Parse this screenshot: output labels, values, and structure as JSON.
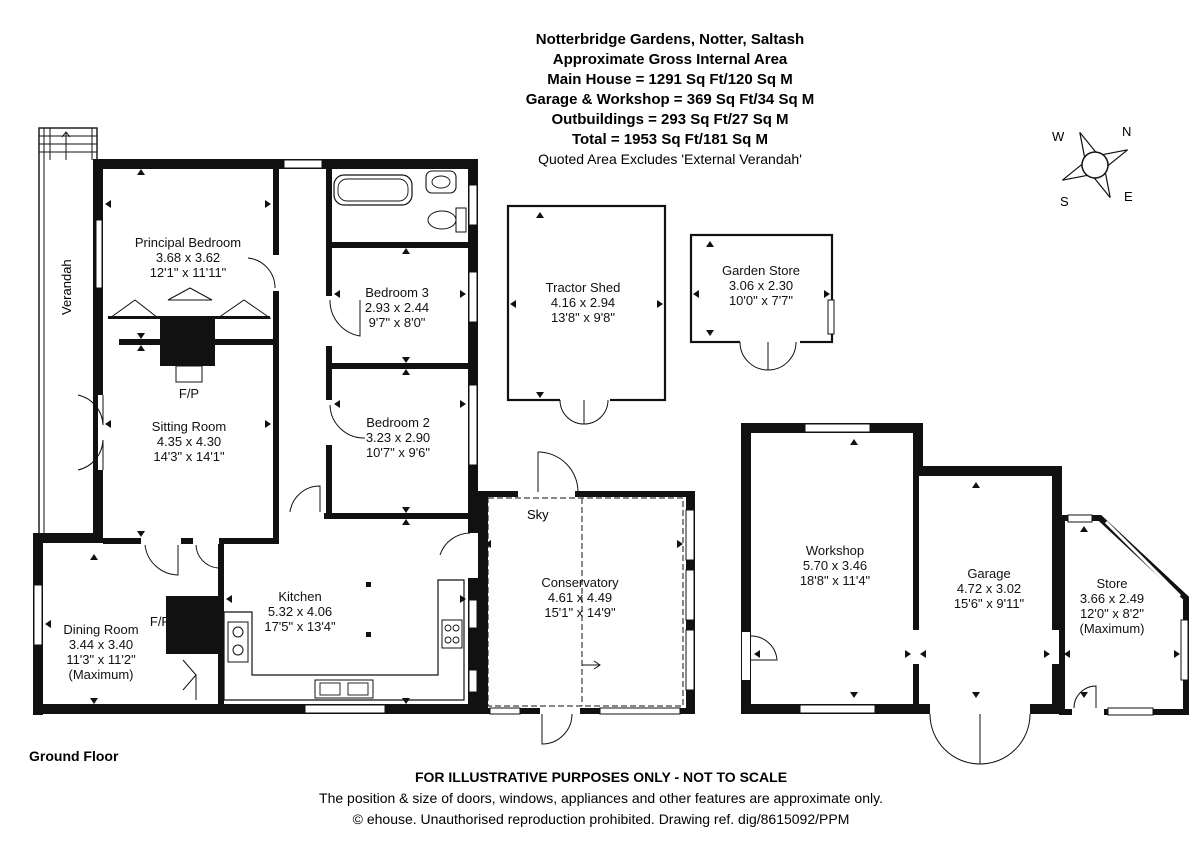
{
  "header": {
    "title": "Notterbridge Gardens, Notter, Saltash",
    "area_heading": "Approximate Gross Internal Area",
    "main_house": "Main House = 1291 Sq Ft/120 Sq M",
    "garage_workshop": "Garage & Workshop = 369 Sq Ft/34 Sq M",
    "outbuildings": "Outbuildings = 293 Sq Ft/27 Sq M",
    "total": "Total = 1953 Sq Ft/181 Sq M",
    "note": "Quoted Area Excludes 'External Verandah'"
  },
  "compass": {
    "n": "N",
    "e": "E",
    "s": "S",
    "w": "W"
  },
  "floor_label": "Ground Floor",
  "rooms": {
    "principal_bedroom": {
      "name": "Principal Bedroom",
      "metric": "3.68 x 3.62",
      "imperial": "12'1\" x 11'11\""
    },
    "bedroom3": {
      "name": "Bedroom 3",
      "metric": "2.93 x 2.44",
      "imperial": "9'7\" x 8'0\""
    },
    "bedroom2": {
      "name": "Bedroom 2",
      "metric": "3.23 x 2.90",
      "imperial": "10'7\" x 9'6\""
    },
    "sitting_room": {
      "name": "Sitting Room",
      "metric": "4.35 x 4.30",
      "imperial": "14'3\" x 14'1\""
    },
    "kitchen": {
      "name": "Kitchen",
      "metric": "5.32 x 4.06",
      "imperial": "17'5\" x 13'4\""
    },
    "dining_room": {
      "name": "Dining Room",
      "metric": "3.44 x 3.40",
      "imperial": "11'3\" x 11'2\"",
      "note": "(Maximum)"
    },
    "conservatory": {
      "name": "Conservatory",
      "metric": "4.61 x 4.49",
      "imperial": "15'1\" x 14'9\""
    },
    "tractor_shed": {
      "name": "Tractor Shed",
      "metric": "4.16 x 2.94",
      "imperial": "13'8\" x 9'8\""
    },
    "garden_store": {
      "name": "Garden Store",
      "metric": "3.06 x 2.30",
      "imperial": "10'0\" x 7'7\""
    },
    "workshop": {
      "name": "Workshop",
      "metric": "5.70 x 3.46",
      "imperial": "18'8\" x 11'4\""
    },
    "garage": {
      "name": "Garage",
      "metric": "4.72 x 3.02",
      "imperial": "15'6\" x 9'11\""
    },
    "store": {
      "name": "Store",
      "metric": "3.66 x 2.49",
      "imperial": "12'0\" x 8'2\"",
      "note": "(Maximum)"
    }
  },
  "labels": {
    "verandah": "Verandah",
    "fp_sitting": "F/P",
    "fp_dining": "F/P",
    "sky": "Sky"
  },
  "footer": {
    "disclaimer": "FOR ILLUSTRATIVE PURPOSES ONLY - NOT TO SCALE",
    "position_note": "The position & size of doors, windows, appliances and other features are approximate only.",
    "copyright": "© ehouse. Unauthorised reproduction prohibited. Drawing ref. dig/8615092/PPM"
  }
}
